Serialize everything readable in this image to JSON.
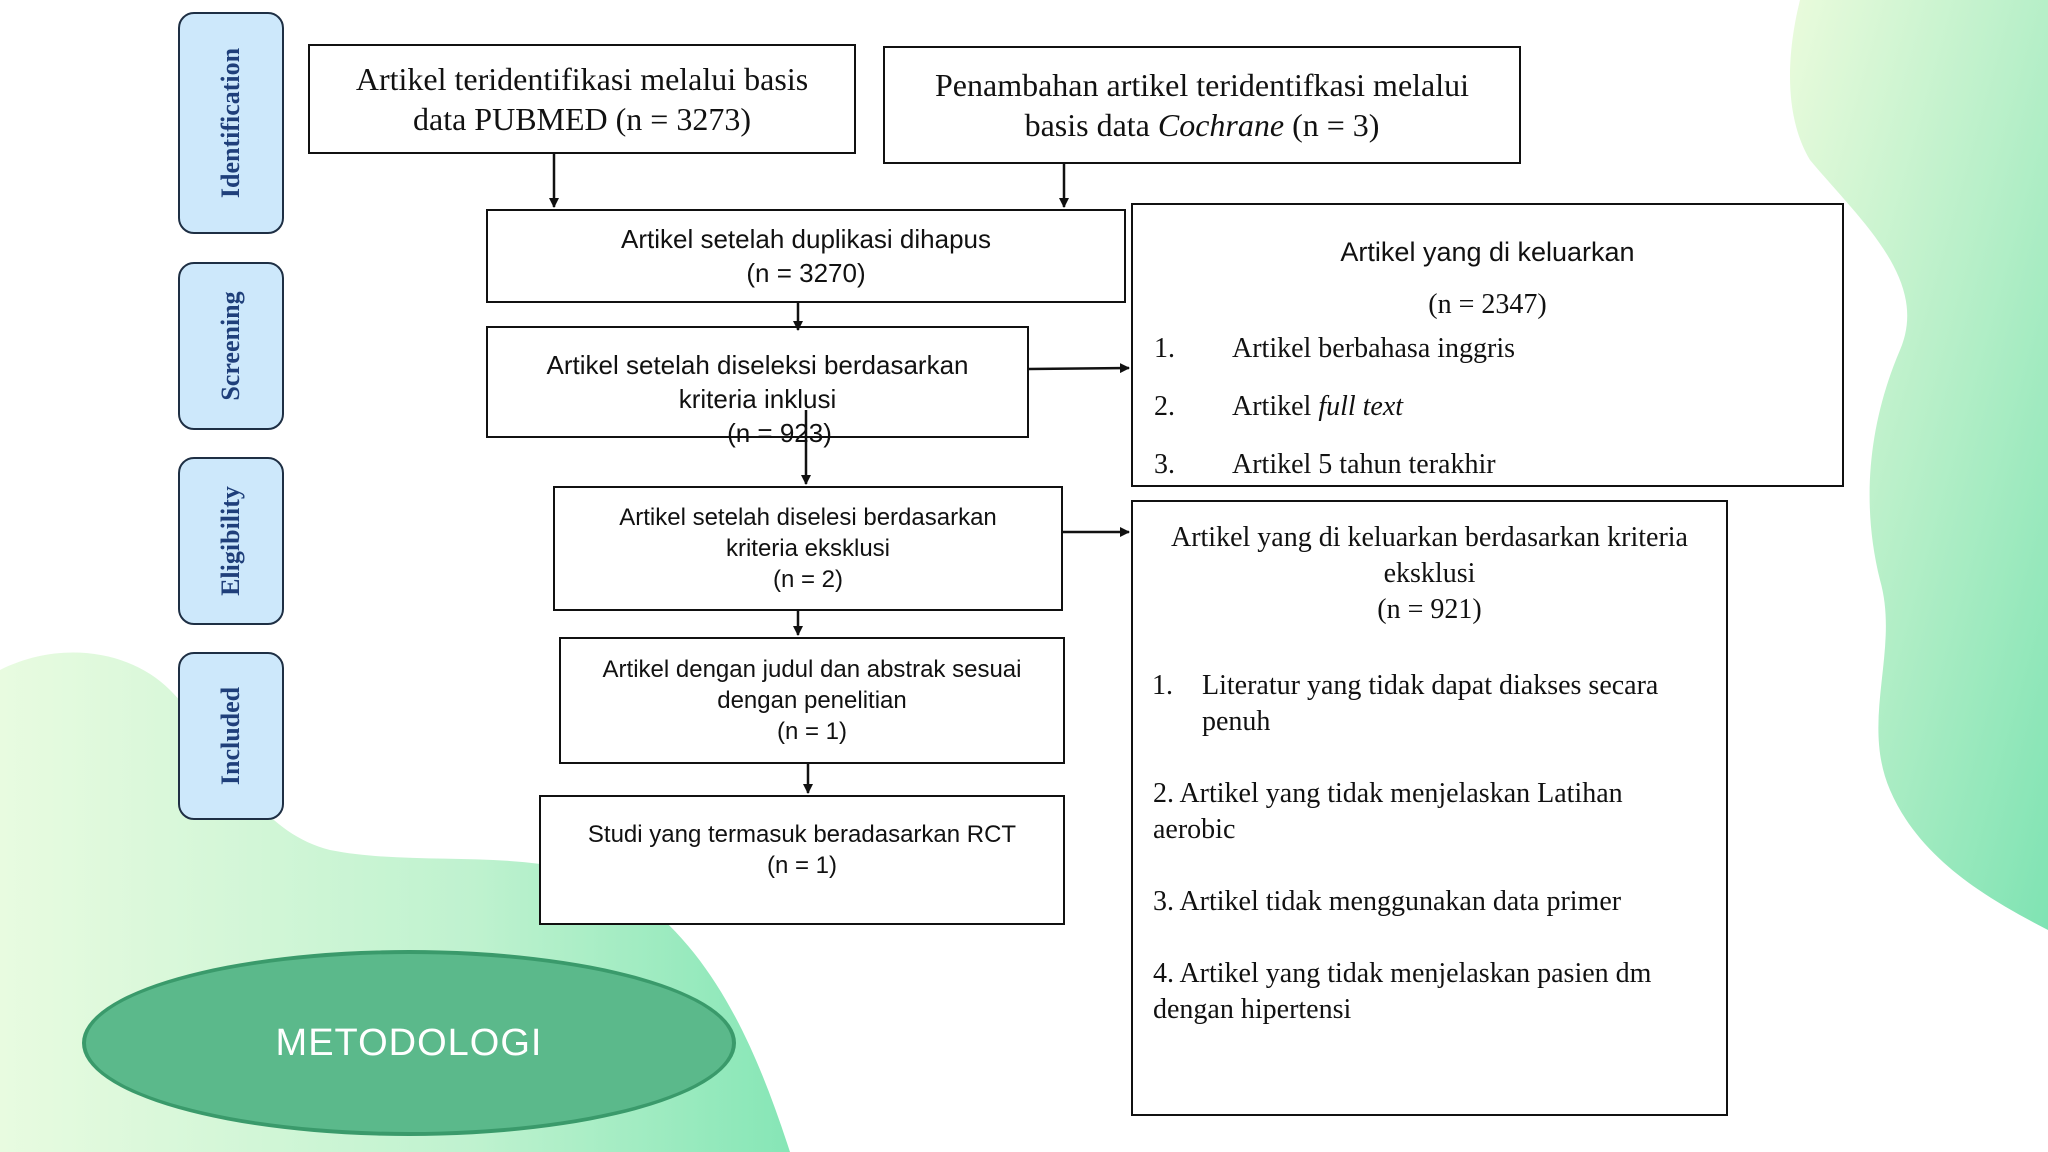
{
  "phases": {
    "identification": "Identification",
    "screening": "Screening",
    "eligibility": "Eligibility",
    "included": "Included"
  },
  "boxes": {
    "pubmed": {
      "line1": "Artikel teridentifikasi melalui basis",
      "line2": "data PUBMED (n = 3273)"
    },
    "cochrane": {
      "line1": "Penambahan artikel teridentifkasi melalui",
      "line2_pre": "basis data ",
      "line2_em": "Cochrane",
      "line2_post": " (n = 3)"
    },
    "duplicates": {
      "line1": "Artikel setelah duplikasi dihapus",
      "line2": "(n = 3270)"
    },
    "inclusion": {
      "line1": "Artikel setelah diseleksi berdasarkan",
      "line2": "kriteria inklusi",
      "line3": "(n = 923)"
    },
    "exclusion": {
      "line1": "Artikel setelah diselesi berdasarkan",
      "line2": "kriteria eksklusi",
      "line3": "(n = 2)"
    },
    "title_abstract": {
      "line1": "Artikel dengan judul dan abstrak sesuai",
      "line2": "dengan penelitian",
      "line3": "(n = 1)"
    },
    "rct": {
      "line1": "Studi yang termasuk beradasarkan RCT",
      "line2": "(n = 1)"
    },
    "excluded_screening": {
      "title": "Artikel yang di keluarkan",
      "count": "(n = 2347)",
      "items": [
        {
          "num": "1.",
          "text": "Artikel berbahasa inggris"
        },
        {
          "num": "2.",
          "pre": "Artikel ",
          "em": "full text"
        },
        {
          "num": "3.",
          "text": "Artikel 5 tahun terakhir"
        }
      ]
    },
    "excluded_eligibility": {
      "title_line1": "Artikel yang di keluarkan berdasarkan kriteria",
      "title_line2": "eksklusi",
      "count": "(n = 921)",
      "item1_num": "1.",
      "item1_line1": "Literatur yang tidak dapat diakses secara",
      "item1_line2": "penuh",
      "item2_line1": "2. Artikel yang tidak menjelaskan Latihan",
      "item2_line2": "aerobic",
      "item3": "3. Artikel tidak menggunakan data primer",
      "item4_line1": "4. Artikel yang tidak menjelaskan pasien dm",
      "item4_line2": "dengan hipertensi"
    }
  },
  "title": "METODOLOGI",
  "colors": {
    "phase_fill": "#cde8fb",
    "phase_text": "#1f3f7a",
    "ellipse_fill": "#5bb98b",
    "blob_green": "#8ee8bb"
  }
}
